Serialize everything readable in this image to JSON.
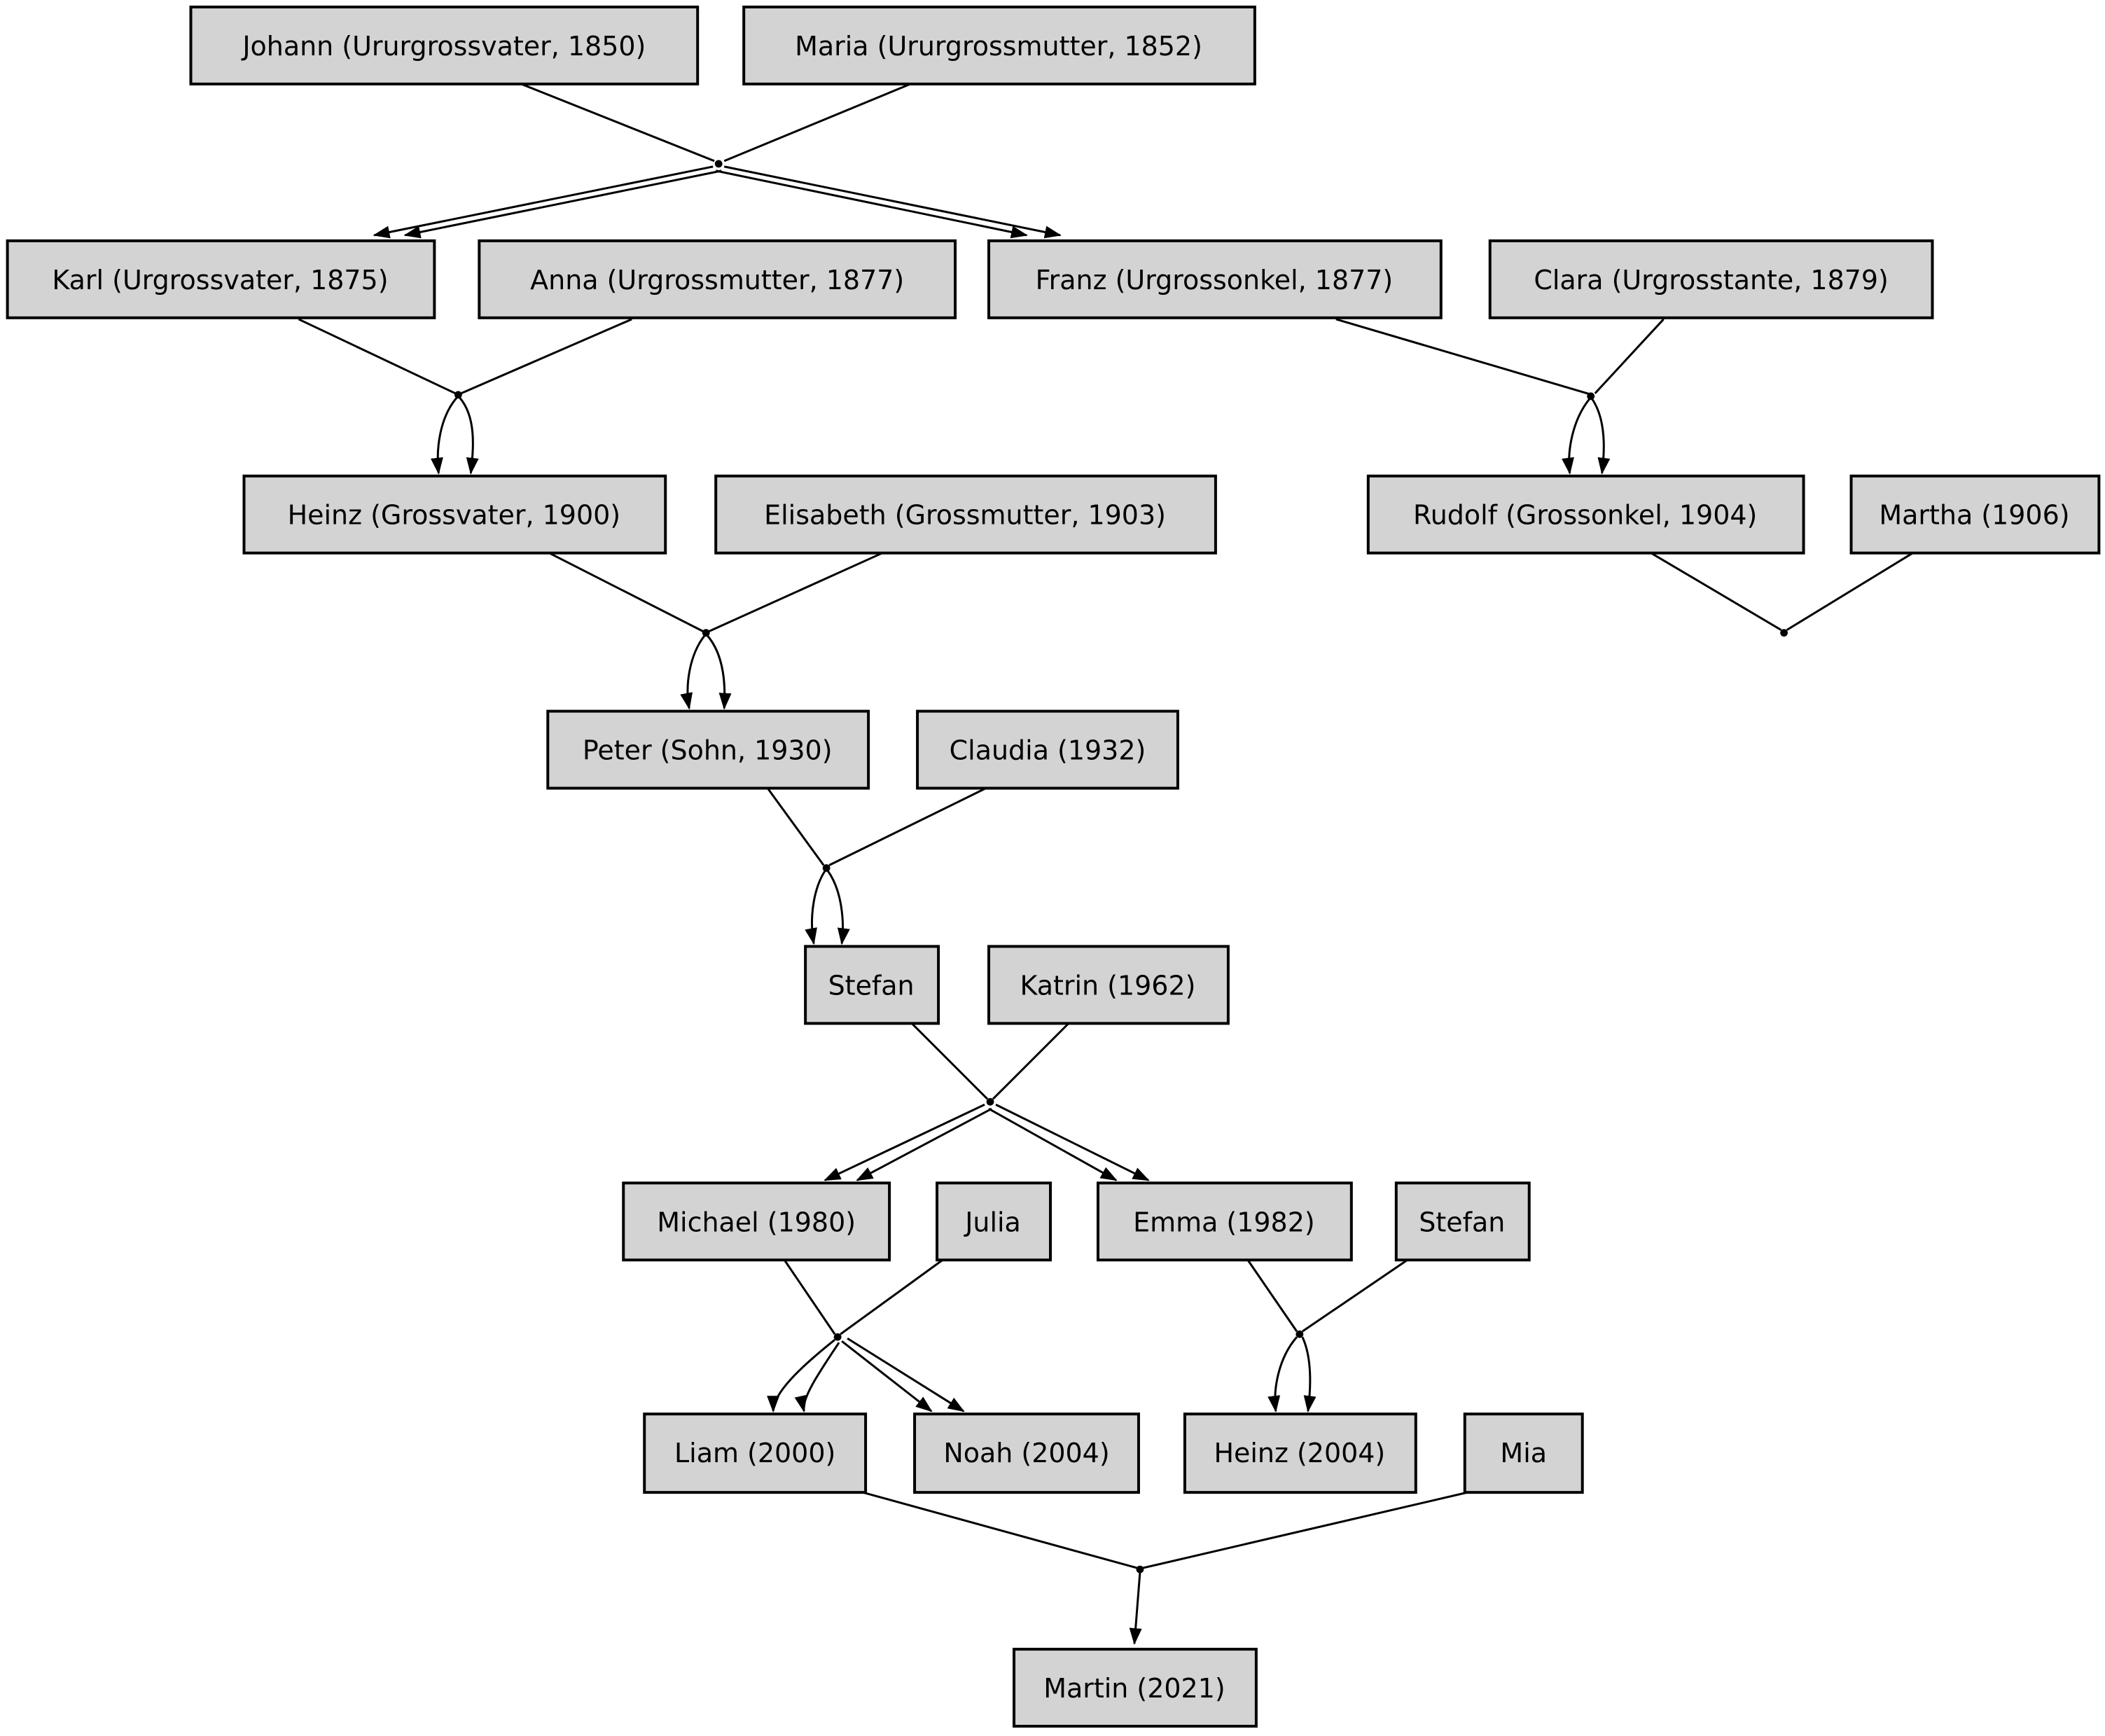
{
  "diagram": {
    "kind": "family-tree-graph",
    "background": "#ffffff",
    "node_fill": "#d3d3d3",
    "node_stroke": "#000000",
    "edge_color": "#000000"
  },
  "nodes": {
    "johann": {
      "label": "Johann (Ururgrossvater, 1850)"
    },
    "maria": {
      "label": "Maria (Ururgrossmutter, 1852)"
    },
    "karl": {
      "label": "Karl (Urgrossvater, 1875)"
    },
    "anna": {
      "label": "Anna (Urgrossmutter, 1877)"
    },
    "franz": {
      "label": "Franz (Urgrossonkel, 1877)"
    },
    "clara": {
      "label": "Clara (Urgrosstante, 1879)"
    },
    "heinz": {
      "label": "Heinz (Grossvater, 1900)"
    },
    "elisabeth": {
      "label": "Elisabeth (Grossmutter, 1903)"
    },
    "rudolf": {
      "label": "Rudolf (Grossonkel, 1904)"
    },
    "martha": {
      "label": "Martha (1906)"
    },
    "peter": {
      "label": "Peter (Sohn, 1930)"
    },
    "claudia": {
      "label": "Claudia (1932)"
    },
    "stefan_sr": {
      "label": "Stefan"
    },
    "katrin": {
      "label": "Katrin (1962)"
    },
    "michael": {
      "label": "Michael (1980)"
    },
    "julia": {
      "label": "Julia"
    },
    "emma": {
      "label": "Emma (1982)"
    },
    "stefan_jr": {
      "label": "Stefan"
    },
    "liam": {
      "label": "Liam (2000)"
    },
    "noah": {
      "label": "Noah (2004)"
    },
    "heinz_2004": {
      "label": "Heinz (2004)"
    },
    "mia": {
      "label": "Mia"
    },
    "martin": {
      "label": "Martin (2021)"
    }
  },
  "families": [
    {
      "parents": [
        "johann",
        "maria"
      ],
      "children": [
        "karl",
        "franz"
      ]
    },
    {
      "parents": [
        "karl",
        "anna"
      ],
      "children": [
        "heinz"
      ]
    },
    {
      "parents": [
        "franz",
        "clara"
      ],
      "children": [
        "rudolf"
      ]
    },
    {
      "parents": [
        "rudolf",
        "martha"
      ],
      "children": []
    },
    {
      "parents": [
        "heinz",
        "elisabeth"
      ],
      "children": [
        "peter"
      ]
    },
    {
      "parents": [
        "peter",
        "claudia"
      ],
      "children": [
        "stefan_sr"
      ]
    },
    {
      "parents": [
        "stefan_sr",
        "katrin"
      ],
      "children": [
        "michael",
        "emma"
      ]
    },
    {
      "parents": [
        "michael",
        "julia"
      ],
      "children": [
        "liam",
        "noah"
      ]
    },
    {
      "parents": [
        "emma",
        "stefan_jr"
      ],
      "children": [
        "heinz_2004"
      ]
    },
    {
      "parents": [
        "liam",
        "mia"
      ],
      "children": [
        "martin"
      ]
    }
  ]
}
